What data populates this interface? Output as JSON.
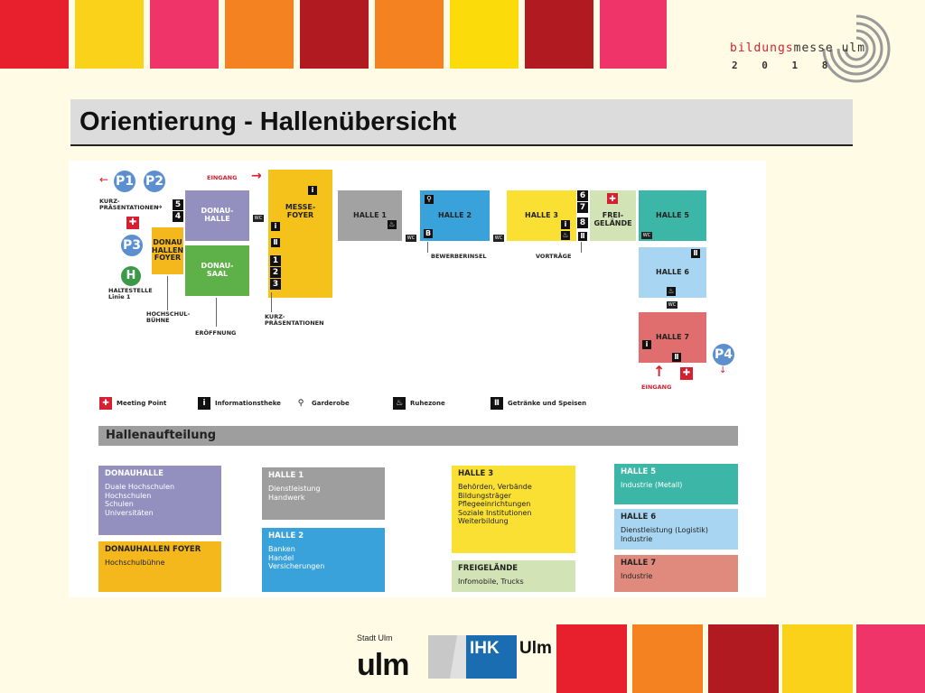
{
  "header": {
    "brand_part1": "bildungs",
    "brand_part2": "messe ulm",
    "brand_year": "2 0 1 8",
    "colors": [
      "#e8202e",
      "#fbd21a",
      "#ee3468",
      "#f58220",
      "#b21a22",
      "#f58220",
      "#fbdc0a",
      "#b21a22",
      "#ee3468"
    ]
  },
  "title": "Orientierung - Hallenübersicht",
  "map": {
    "eingang_top": "EINGANG",
    "eingang_bottom": "EINGANG",
    "parking": [
      "P1",
      "P2",
      "P3",
      "P4"
    ],
    "h_label": "H",
    "kurz_top": "KURZ-\nPRÄSENTATIONEN",
    "kurz_bottom": "KURZ-\nPRÄSENTATIONEN",
    "haltestelle": "HALTESTELLE\nLinie 1",
    "hochschulbuehne": "HOCHSCHUL-\nBÜHNE",
    "eroeffnung": "ERÖFFNUNG",
    "bewerberinsel": "BEWERBERINSEL",
    "vortraege": "VORTRÄGE",
    "halls": {
      "donauhalle": "DONAU-\nHALLE",
      "donauhallen_foyer": "DONAU\nHALLEN\nFOYER",
      "donausaal": "DONAU-\nSAAL",
      "messefoyer": "MESSE-\nFOYER",
      "halle1": "HALLE 1",
      "halle2": "HALLE 2",
      "halle3": "HALLE 3",
      "freigelaende": "FREI-\nGELÄNDE",
      "halle5": "HALLE 5",
      "halle6": "HALLE 6",
      "halle7": "HALLE 7"
    },
    "numbers": [
      "5",
      "4",
      "1",
      "2",
      "3",
      "6",
      "7",
      "8"
    ],
    "wc": "WC",
    "info": "i",
    "b": "B",
    "legend": {
      "meeting_point": "Meeting Point",
      "info": "Informationstheke",
      "garderobe": "Garderobe",
      "ruhezone": "Ruhezone",
      "getraenke": "Getränke und Speisen"
    },
    "section_title": "Hallenaufteilung",
    "boxes": {
      "donauhalle": {
        "title": "DONAUHALLE",
        "desc": "Duale Hochschulen\nHochschulen\nSchulen\nUniversitäten"
      },
      "donauhallen_foyer": {
        "title": "DONAUHALLEN FOYER",
        "desc": "Hochschulbühne"
      },
      "halle1": {
        "title": "HALLE 1",
        "desc": "Dienstleistung\nHandwerk"
      },
      "halle2": {
        "title": "HALLE 2",
        "desc": "Banken\nHandel\nVersicherungen"
      },
      "halle3": {
        "title": "HALLE 3",
        "desc": "Behörden, Verbände\nBildungsträger\nPflegeeinrichtungen\nSoziale Institutionen\nWeiterbildung"
      },
      "freigelaende": {
        "title": "FREIGELÄNDE",
        "desc": "Infomobile, Trucks"
      },
      "halle5": {
        "title": "HALLE 5",
        "desc": "Industrie (Metall)"
      },
      "halle6": {
        "title": "HALLE 6",
        "desc": "Dienstleistung (Logistik)\nIndustrie"
      },
      "halle7": {
        "title": "HALLE 7",
        "desc": "Industrie"
      }
    }
  },
  "footer": {
    "stadt": "Stadt Ulm",
    "ulm": "ulm",
    "ihk": "IHK",
    "ihk_ulm": "Ulm",
    "colors": [
      "#e8202e",
      "#f58220",
      "#b21a22",
      "#fbd21a",
      "#ee3468"
    ]
  }
}
